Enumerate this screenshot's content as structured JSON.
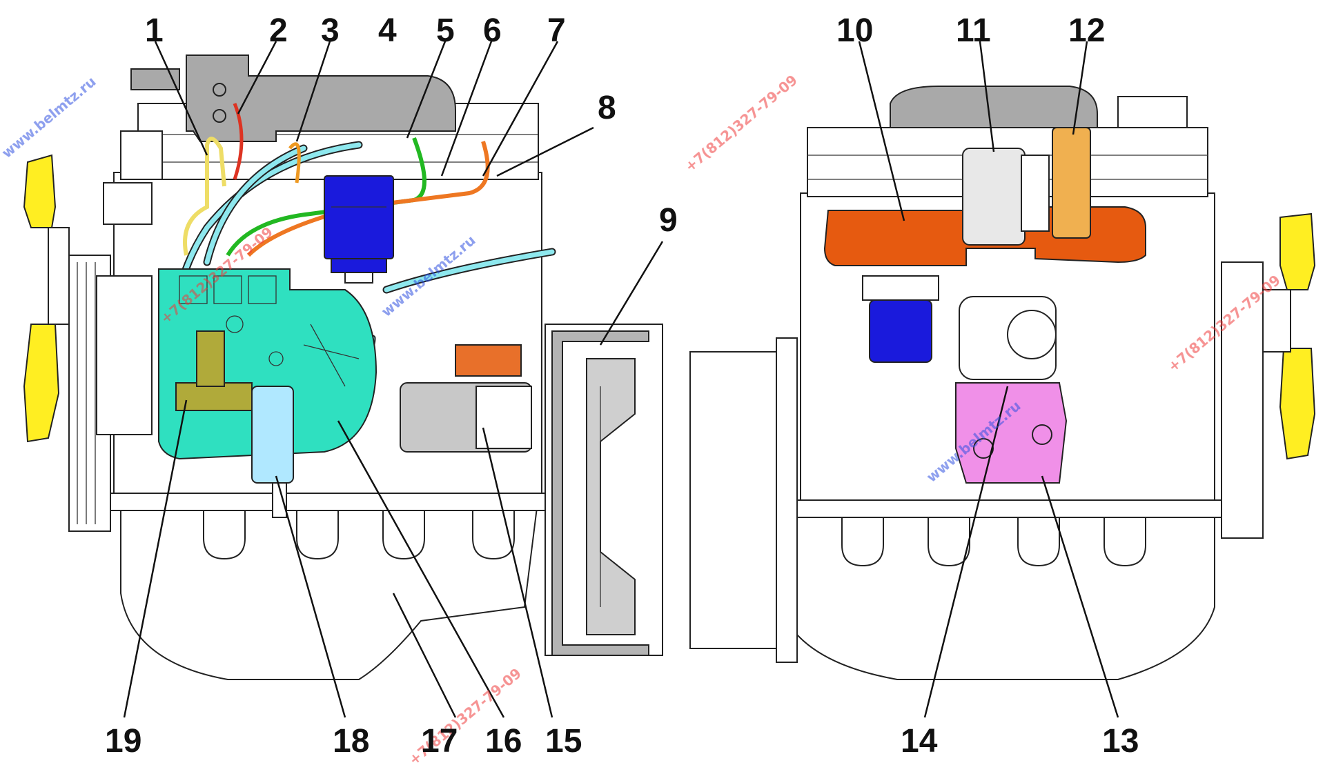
{
  "callouts": [
    {
      "id": "1",
      "label": "1"
    },
    {
      "id": "2",
      "label": "2"
    },
    {
      "id": "3",
      "label": "3"
    },
    {
      "id": "4",
      "label": "4"
    },
    {
      "id": "5",
      "label": "5"
    },
    {
      "id": "6",
      "label": "6"
    },
    {
      "id": "7",
      "label": "7"
    },
    {
      "id": "8",
      "label": "8"
    },
    {
      "id": "9",
      "label": "9"
    },
    {
      "id": "10",
      "label": "10"
    },
    {
      "id": "11",
      "label": "11"
    },
    {
      "id": "12",
      "label": "12"
    },
    {
      "id": "13",
      "label": "13"
    },
    {
      "id": "14",
      "label": "14"
    },
    {
      "id": "15",
      "label": "15"
    },
    {
      "id": "16",
      "label": "16"
    },
    {
      "id": "17",
      "label": "17"
    },
    {
      "id": "18",
      "label": "18"
    },
    {
      "id": "19",
      "label": "19"
    }
  ],
  "watermarks": {
    "site": "www.belmtz.ru",
    "phone": "+7(812)327-79-09"
  },
  "colors": {
    "fan_blades": "#ffee22",
    "manifold_gray": "#a9a9a9",
    "fuel_filter_blue": "#1a1adc",
    "injection_pump_teal": "#2fe0c0",
    "fuel_lines_cyan": "#8ee8ee",
    "fuel_line_green": "#22b822",
    "fuel_line_orange": "#ee7722",
    "fuel_line_yellow": "#eedd66",
    "fuel_line_red": "#dd3322",
    "exhaust_manifold_orange": "#e65a10",
    "turbo_tube_tan": "#f0b050",
    "oil_filter_pink": "#f090e8",
    "fine_filter_lightblue": "#b0e8ff",
    "starter_solenoid_orange": "#e8702a",
    "booster_pump_olive": "#b0aa3a",
    "watermark_red": "#ee3b3b",
    "watermark_blue": "#3050e0"
  }
}
